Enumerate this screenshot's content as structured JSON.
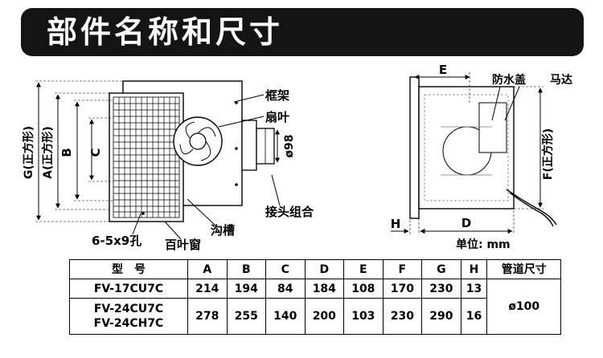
{
  "title": "部件名称和尺寸",
  "unit_note": "单位: mm",
  "front_view": {
    "dim_g": "G(正方形)",
    "dim_a": "A(正方形)",
    "dim_b": "B",
    "dim_c": "C",
    "dia": "ø98"
  },
  "side_view": {
    "dim_e": "E",
    "dim_f": "F(正方形)",
    "dim_d": "D",
    "dim_h": "H"
  },
  "parts": {
    "frame": "框架",
    "fan_blade": "扇叶",
    "connector": "接头组合",
    "groove": "沟槽",
    "holes": "6-5x9孔",
    "louver": "百叶窗",
    "waterproof_cover": "防水盖",
    "motor": "马达"
  },
  "table": {
    "headers": [
      "型　号",
      "A",
      "B",
      "C",
      "D",
      "E",
      "F",
      "G",
      "H",
      "管道尺寸"
    ],
    "rows": [
      {
        "model": "FV-17CU7C",
        "values": [
          "214",
          "194",
          "84",
          "184",
          "108",
          "170",
          "230",
          "13"
        ]
      },
      {
        "model": "FV-24CU7C\nFV-24CH7C",
        "values": [
          "278",
          "255",
          "140",
          "200",
          "103",
          "230",
          "290",
          "16"
        ]
      }
    ],
    "duct_size": "ø100"
  }
}
